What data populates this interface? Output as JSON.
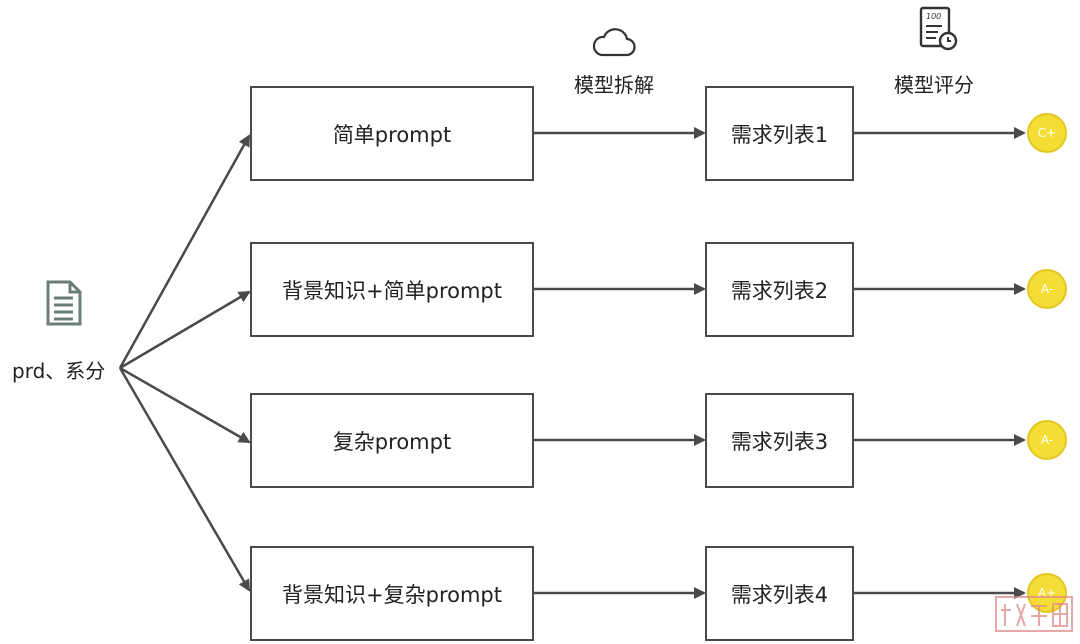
{
  "source": {
    "label": "prd、系分",
    "icon": "document-icon"
  },
  "headers": {
    "decompose_label": "模型拆解",
    "decompose_icon": "cloud-icon",
    "score_label": "模型评分",
    "score_icon": "score-report-icon"
  },
  "rows": [
    {
      "prompt": "简单prompt",
      "result": "需求列表1",
      "grade": "C+"
    },
    {
      "prompt": "背景知识+简单prompt",
      "result": "需求列表2",
      "grade": "A-"
    },
    {
      "prompt": "复杂prompt",
      "result": "需求列表3",
      "grade": "A-"
    },
    {
      "prompt": "背景知识+复杂prompt",
      "result": "需求列表4",
      "grade": "A+"
    }
  ],
  "colors": {
    "stroke": "#4a4a4a",
    "grade_fill": "#f4de35",
    "icon_gray": "#6b7d78"
  }
}
